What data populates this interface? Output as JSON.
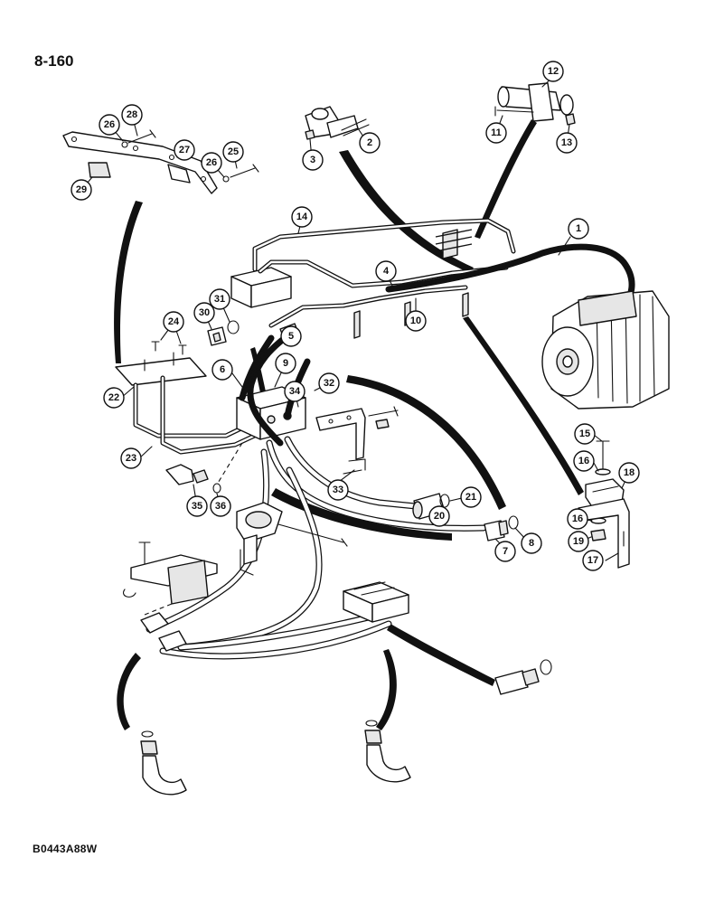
{
  "header": {
    "page_number": "8-160"
  },
  "footer": {
    "figure_code": "B0443A88W"
  },
  "callouts": [
    "1",
    "2",
    "3",
    "4",
    "5",
    "6",
    "7",
    "8",
    "9",
    "10",
    "11",
    "12",
    "13",
    "14",
    "15",
    "16",
    "16",
    "17",
    "18",
    "19",
    "20",
    "21",
    "22",
    "23",
    "24",
    "25",
    "26",
    "26",
    "27",
    "28",
    "29",
    "30",
    "31",
    "32",
    "33",
    "34",
    "35",
    "36"
  ]
}
